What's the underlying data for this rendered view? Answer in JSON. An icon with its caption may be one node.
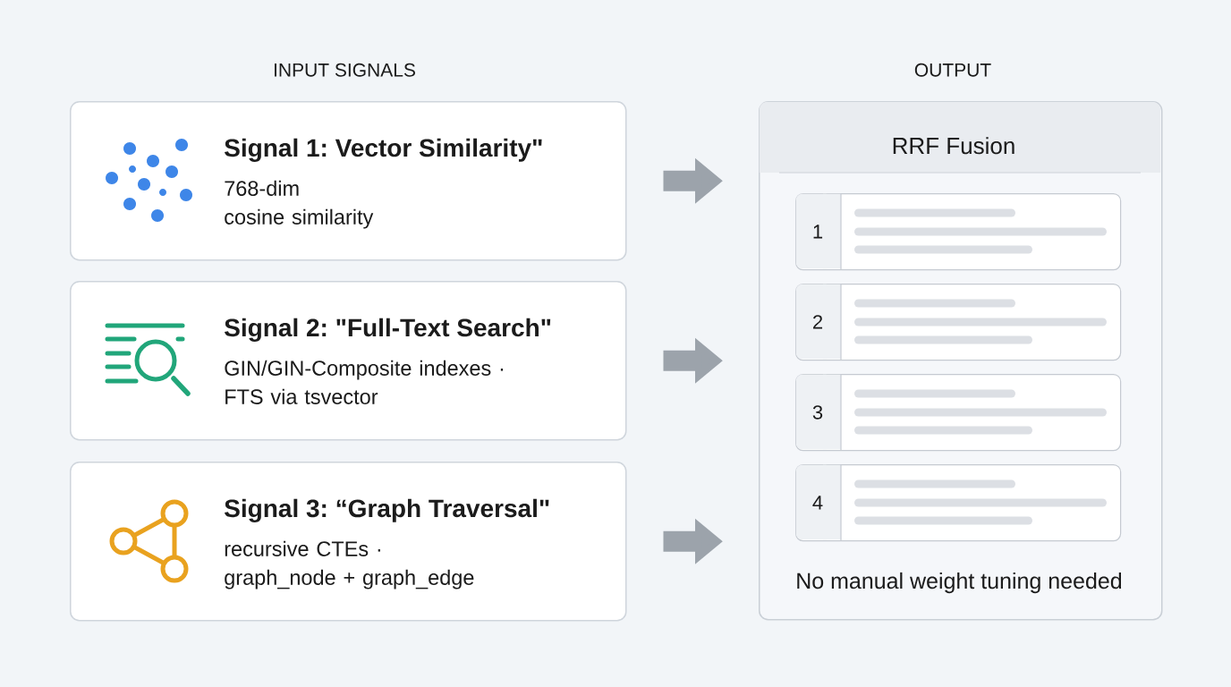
{
  "diagram": {
    "nodes": [
      {
        "text": [
          "Signal 1: Vector Similarity\"",
          "768-dim cosine similarity"
        ]
      },
      {
        "text": [
          "Signal 2: \"Full-Text Search\"",
          "GIN/GIN-Composite indexes · FTS via tsvector"
        ]
      },
      {
        "text": [
          "Signal 3: “Graph Traversal\"",
          "recursive CTEs · graph_node + graph_edge"
        ]
      },
      {
        "text": [
          "OUTPUT",
          "RRF Fusion",
          "No manual weight tuning needed"
        ]
      },
      {
        "text": [
          "1"
        ],
        "in": 3
      },
      {
        "text": [
          "2"
        ],
        "in": 3
      },
      {
        "text": [
          "3"
        ],
        "in": 3
      },
      {
        "text": [
          "4"
        ],
        "in": 3
      }
    ],
    "edges": [
      {
        "from": 0,
        "to": 3,
        "arrow": "to"
      },
      {
        "from": 1,
        "to": 3,
        "arrow": "to"
      },
      {
        "from": 2,
        "to": 3,
        "arrow": "to"
      }
    ],
    "labels": [
      "INPUT SIGNALS"
    ]
  }
}
